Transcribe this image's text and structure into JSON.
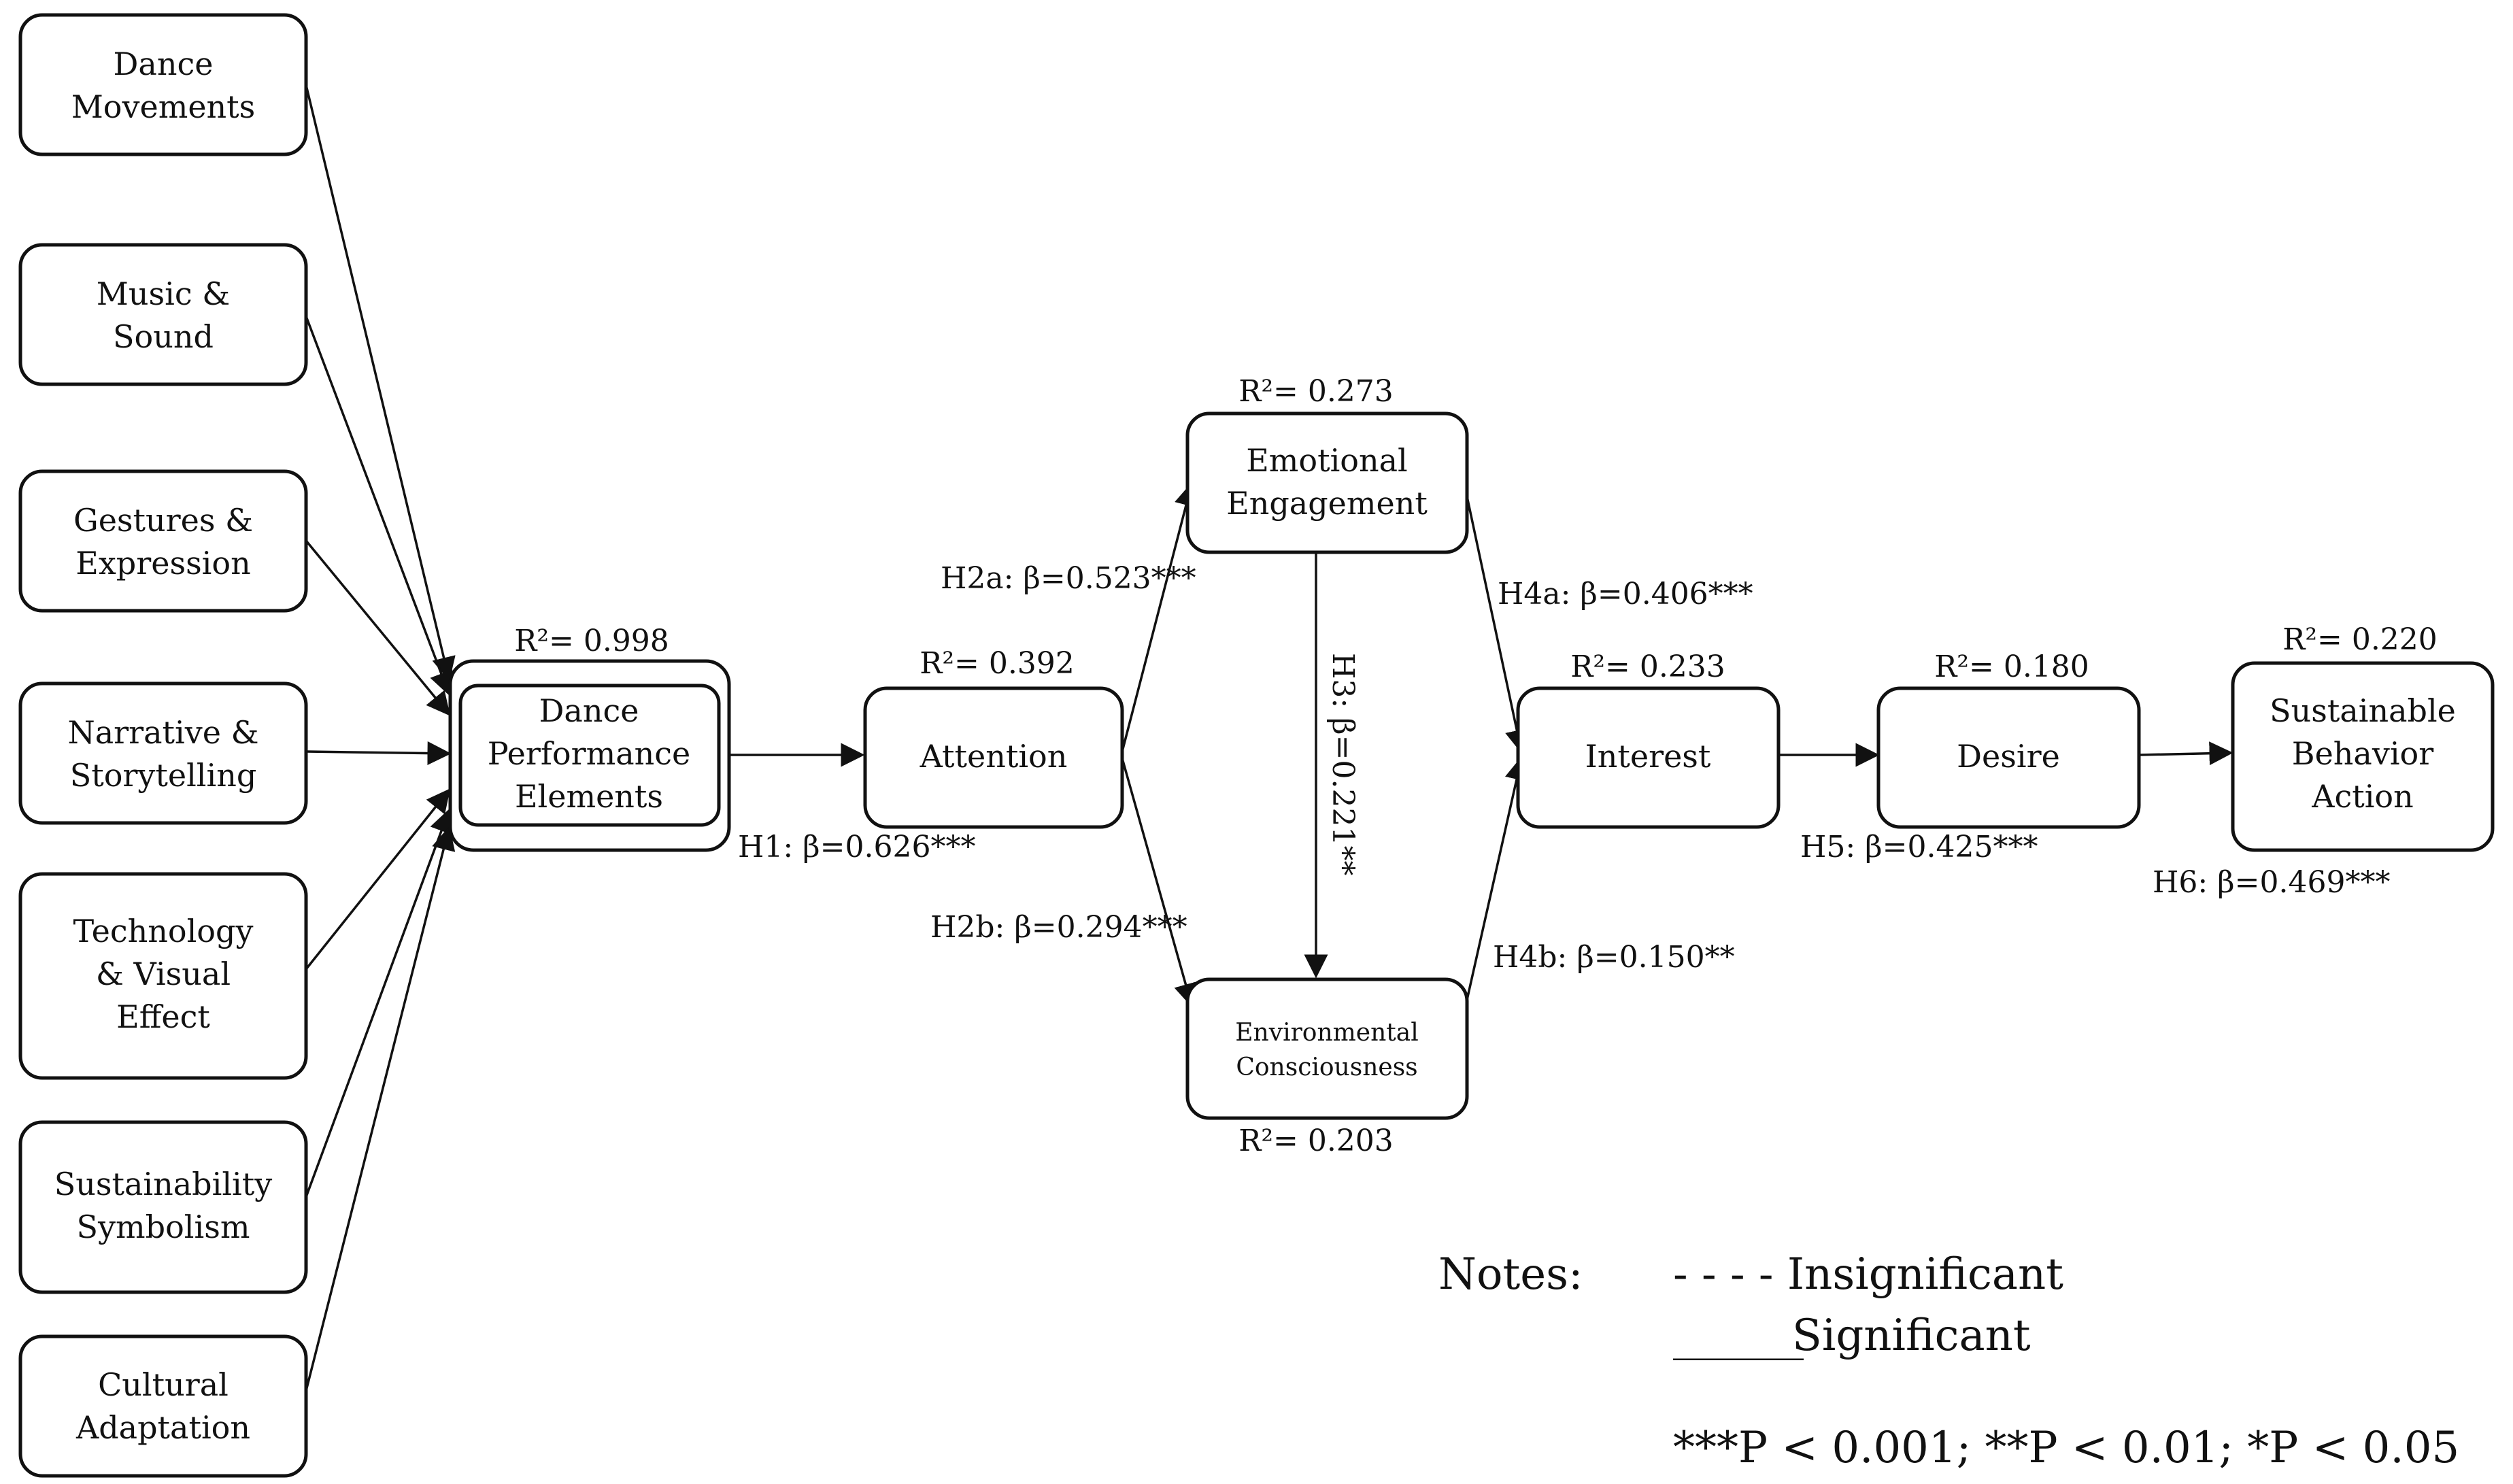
{
  "diagram": {
    "nodes": {
      "dance_movements": {
        "lines": [
          "Dance",
          "Movements"
        ]
      },
      "music_sound": {
        "lines": [
          "Music &",
          "Sound"
        ]
      },
      "gestures_expression": {
        "lines": [
          "Gestures &",
          "Expression"
        ]
      },
      "narrative_storytelling": {
        "lines": [
          "Narrative &",
          "Storytelling"
        ]
      },
      "technology_visual": {
        "lines": [
          "Technology",
          "& Visual",
          "Effect"
        ]
      },
      "sustainability_symbolism": {
        "lines": [
          "Sustainability",
          "Symbolism"
        ]
      },
      "cultural_adaptation": {
        "lines": [
          "Cultural",
          "Adaptation"
        ]
      },
      "dance_performance": {
        "lines": [
          "Dance",
          "Performance",
          "Elements"
        ],
        "r2": "R²= 0.998"
      },
      "attention": {
        "lines": [
          "Attention"
        ],
        "r2": "R²= 0.392"
      },
      "emotional_engagement": {
        "lines": [
          "Emotional",
          "Engagement"
        ],
        "r2": "R²= 0.273"
      },
      "environmental_consciousness": {
        "lines": [
          "Environmental",
          "Consciousness"
        ],
        "r2": "R²= 0.203"
      },
      "interest": {
        "lines": [
          "Interest"
        ],
        "r2": "R²= 0.233"
      },
      "desire": {
        "lines": [
          "Desire"
        ],
        "r2": "R²= 0.180"
      },
      "sustainable_behavior": {
        "lines": [
          "Sustainable",
          "Behavior",
          "Action"
        ],
        "r2": "R²= 0.220"
      }
    },
    "paths": {
      "h1": "H1: β=0.626***",
      "h2a": "H2a: β=0.523***",
      "h2b": "H2b: β=0.294***",
      "h3": "H3: β=0.221**",
      "h4a": "H4a: β=0.406***",
      "h4b": "H4b: β=0.150**",
      "h5": "H5: β=0.425***",
      "h6": "H6: β=0.469***"
    }
  },
  "notes": {
    "heading": "Notes:",
    "insignificant": "- - - -  Insignificant",
    "significant_line": "______",
    "significant": "Significant",
    "pvalues": "***P < 0.001; **P < 0.01; *P < 0.05"
  }
}
